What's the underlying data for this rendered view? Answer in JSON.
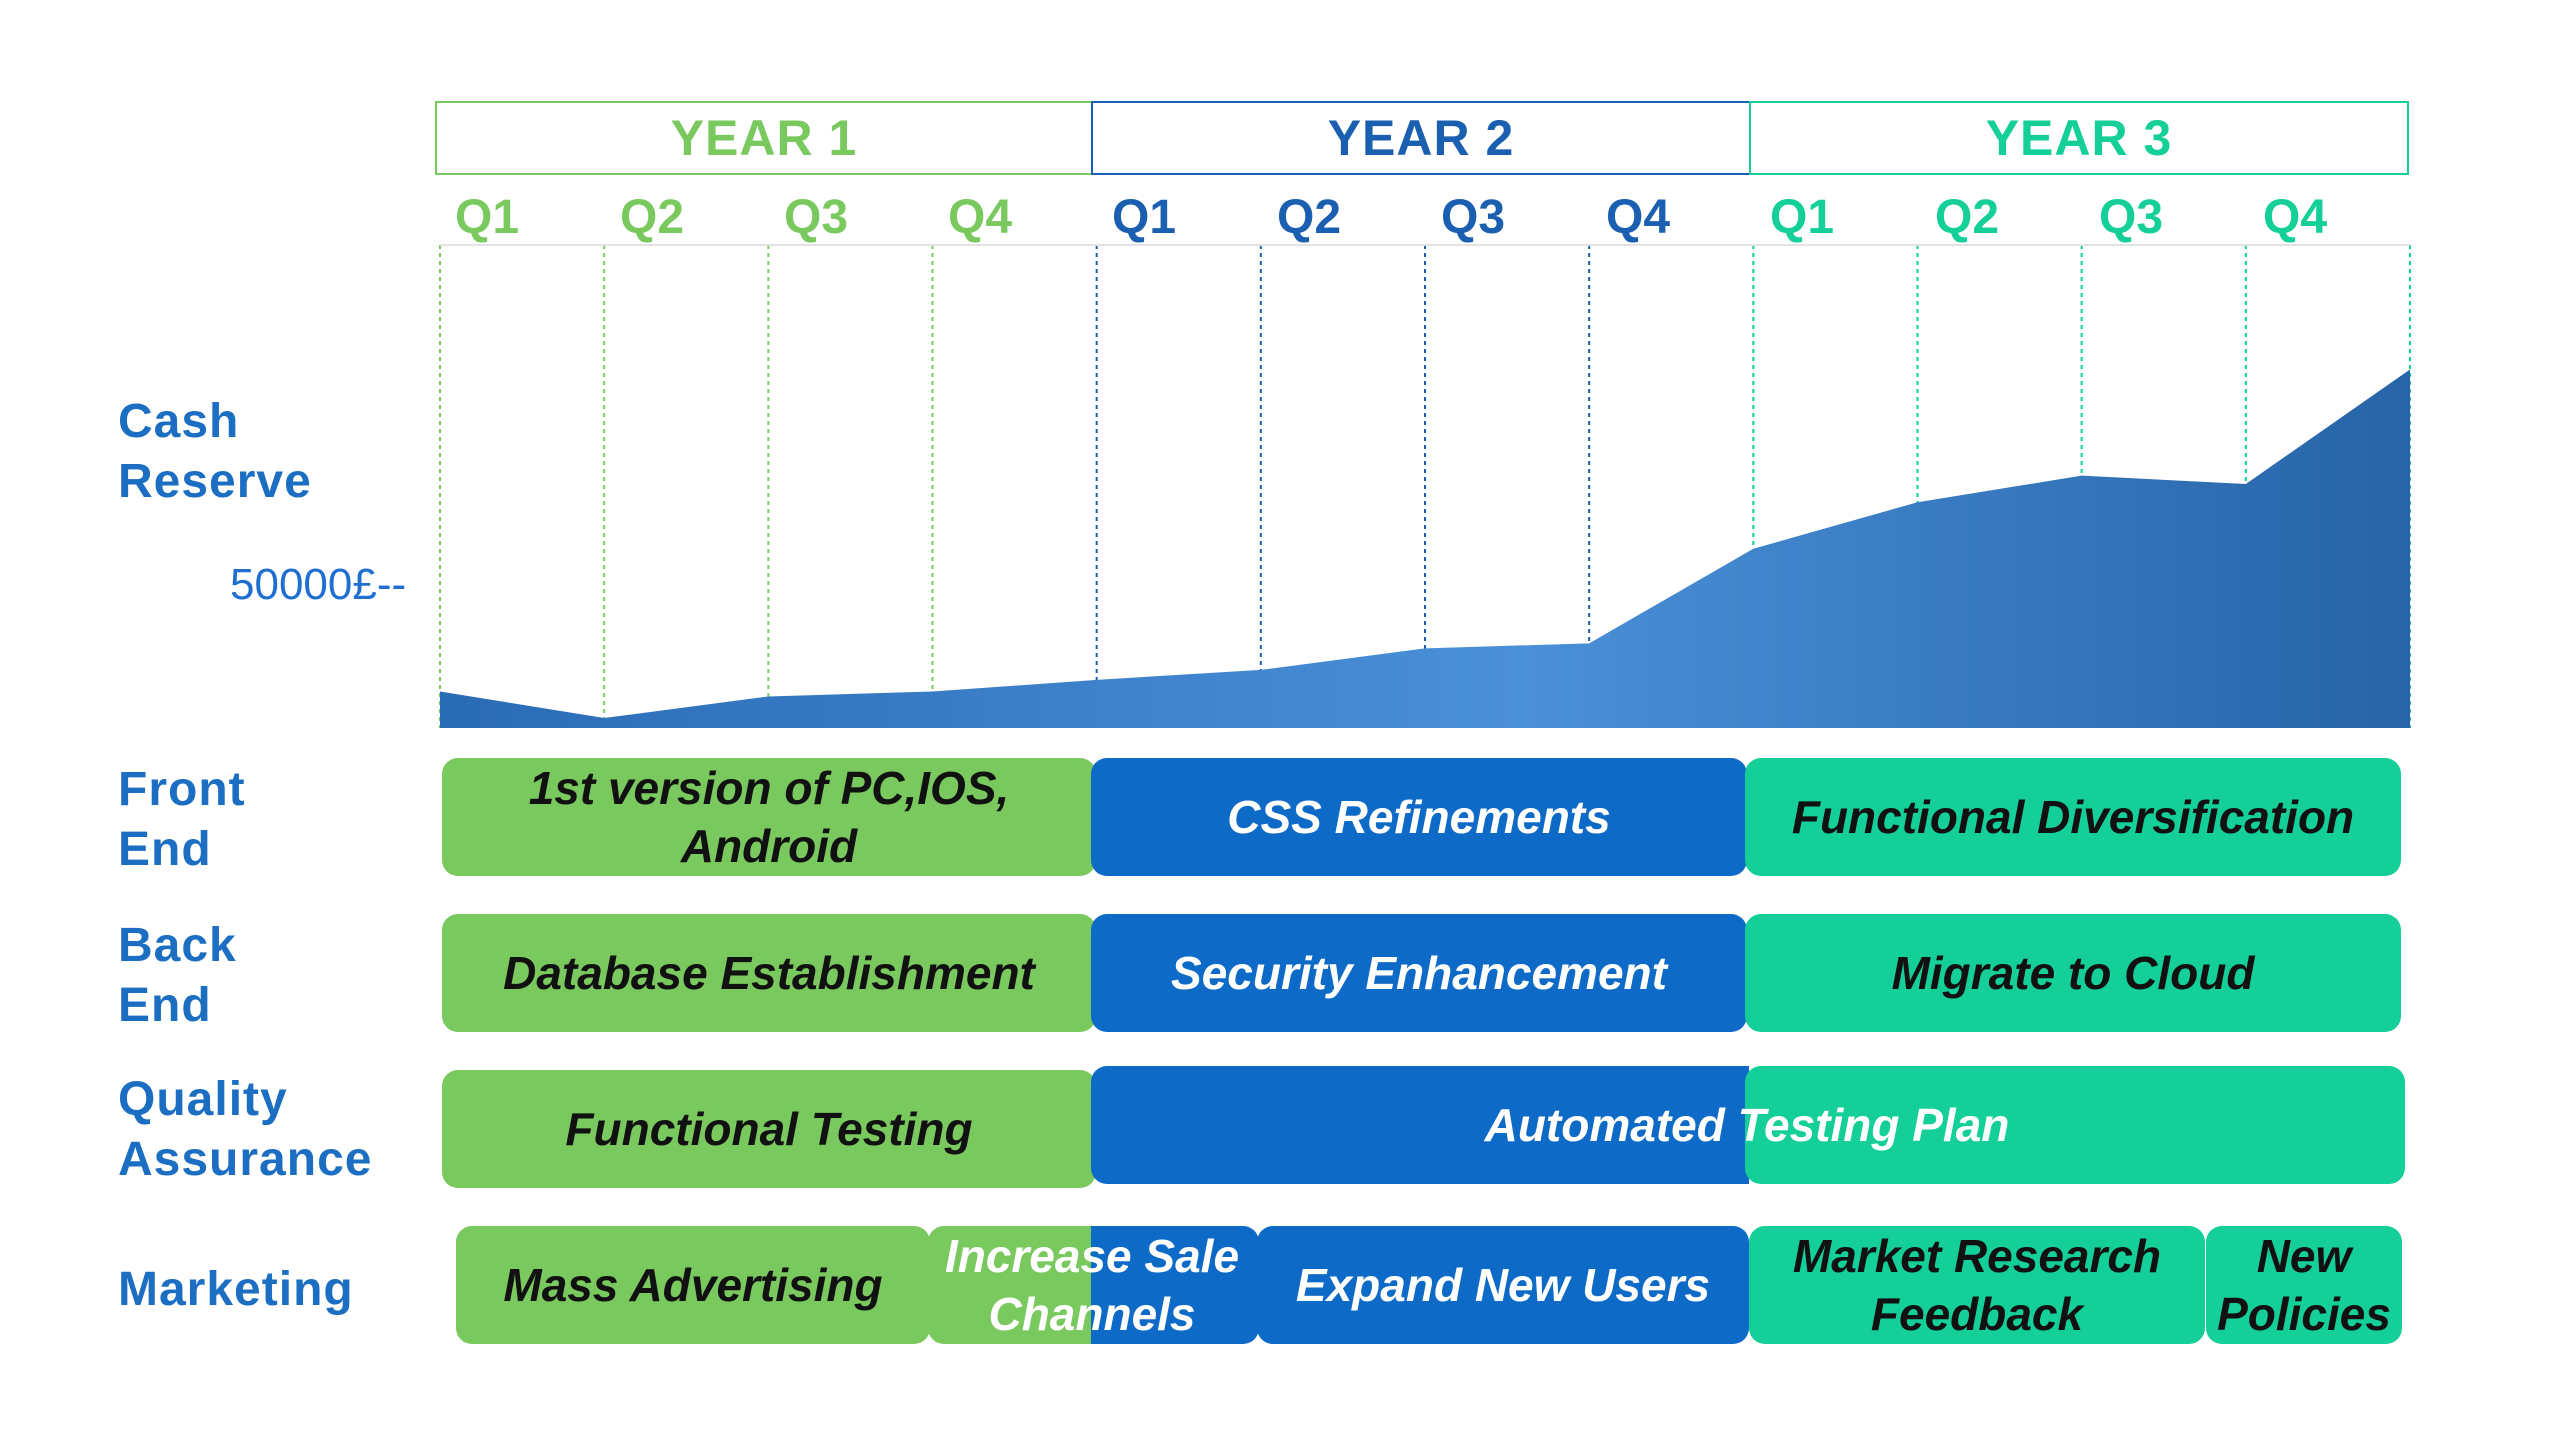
{
  "colors": {
    "green": "#7ac95f",
    "blue": "#0e6ac7",
    "teal": "#14cf97",
    "year1_text": "#7ac95f",
    "year2_text": "#1b5fb0",
    "year3_text": "#14cf97",
    "label_blue": "#1b6ec2"
  },
  "timeline": {
    "years": [
      {
        "label": "YEAR 1"
      },
      {
        "label": "YEAR 2"
      },
      {
        "label": "YEAR 3"
      }
    ],
    "quarters": [
      "Q1",
      "Q2",
      "Q3",
      "Q4",
      "Q1",
      "Q2",
      "Q3",
      "Q4",
      "Q1",
      "Q2",
      "Q3",
      "Q4"
    ]
  },
  "rows": {
    "cash": "Cash Reserve",
    "frontend": "Front End",
    "backend": "Back End",
    "qa": "Quality Assurance",
    "marketing": "Marketing"
  },
  "chart_data": {
    "type": "area",
    "ylabel": "Cash Reserve",
    "ytick_label": "50000£--",
    "ytick_value": 50000,
    "series": [
      {
        "values": [
          11000,
          3000,
          9500,
          11000,
          14500,
          17500,
          24000,
          25500,
          54000,
          68000,
          76000,
          73500,
          108000
        ]
      }
    ]
  },
  "tasks": {
    "frontend": [
      {
        "label": "1st version of PC,IOS, Android",
        "color": "green"
      },
      {
        "label": "CSS Refinements",
        "color": "blue"
      },
      {
        "label": "Functional Diversification",
        "color": "teal"
      }
    ],
    "backend": [
      {
        "label": "Database Establishment",
        "color": "green"
      },
      {
        "label": "Security Enhancement",
        "color": "blue"
      },
      {
        "label": "Migrate to Cloud",
        "color": "teal"
      }
    ],
    "qa": [
      {
        "label": "Functional Testing",
        "color": "green"
      },
      {
        "label": "Automated Testing Plan",
        "color": "blue-teal"
      }
    ],
    "marketing": [
      {
        "label": "Mass Advertising",
        "color": "green"
      },
      {
        "label": "Increase Sale Channels",
        "color": "green-blue"
      },
      {
        "label": "Expand New Users",
        "color": "blue"
      },
      {
        "label": "Market Research Feedback",
        "color": "teal"
      },
      {
        "label": "New Policies",
        "color": "teal"
      }
    ]
  }
}
